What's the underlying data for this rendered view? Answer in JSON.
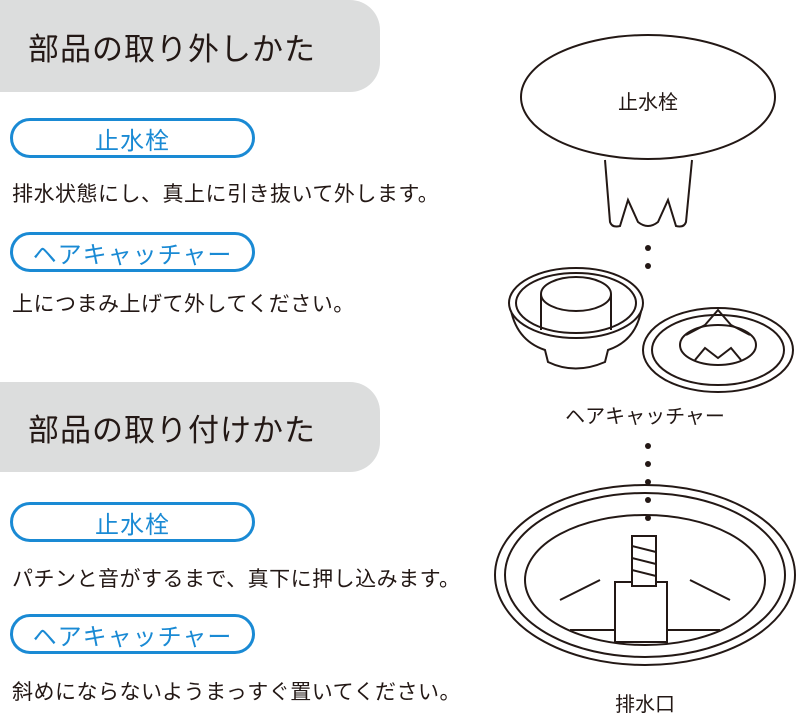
{
  "removal": {
    "heading": "部品の取り外しかた",
    "steps": [
      {
        "label": "止水栓",
        "text": "排水状態にし、真上に引き抜いて外します。"
      },
      {
        "label": "ヘアキャッチャー",
        "text": "上につまみ上げて外してください。"
      }
    ]
  },
  "installation": {
    "heading": "部品の取り付けかた",
    "steps": [
      {
        "label": "止水栓",
        "text": "パチンと音がするまで、真下に押し込みます。"
      },
      {
        "label": "ヘアキャッチャー",
        "text": "斜めにならないようまっすぐ置いてください。"
      }
    ]
  },
  "diagram": {
    "stopper_label": "止水栓",
    "hair_catcher_label": "ヘアキャッチャー",
    "drain_label": "排水口"
  },
  "colors": {
    "accent": "#1a8ad4",
    "heading_bg": "#dcdddd",
    "text": "#231815"
  }
}
